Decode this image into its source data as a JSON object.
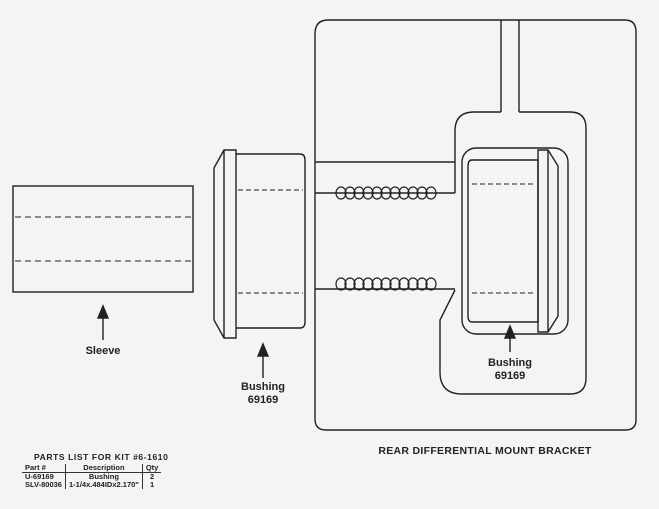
{
  "labels": {
    "sleeve": "Sleeve",
    "bushing_left_line1": "Bushing",
    "bushing_left_line2": "69169",
    "bushing_right_line1": "Bushing",
    "bushing_right_line2": "69169",
    "bracket": "REAR DIFFERENTIAL MOUNT BRACKET"
  },
  "parts_list": {
    "title": "PARTS LIST FOR KIT #6-1610",
    "headers": [
      "Part #",
      "Description",
      "Qty"
    ],
    "rows": [
      [
        "U-69169",
        "Bushing",
        "2"
      ],
      [
        "SLV-80036",
        "1-1/4x.484IDx2.170\"",
        "1"
      ]
    ]
  },
  "colors": {
    "ink": "#222222",
    "paper": "#f4f4f2"
  }
}
